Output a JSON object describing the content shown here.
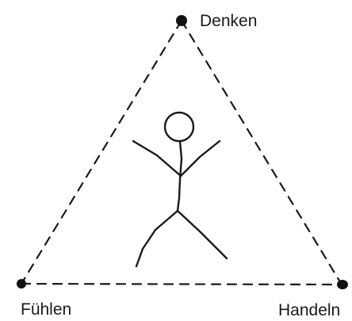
{
  "diagram": {
    "vertices": {
      "top": {
        "label": "Denken"
      },
      "bottom_left": {
        "label": "Fühlen"
      },
      "bottom_right": {
        "label": "Handeln"
      }
    }
  }
}
